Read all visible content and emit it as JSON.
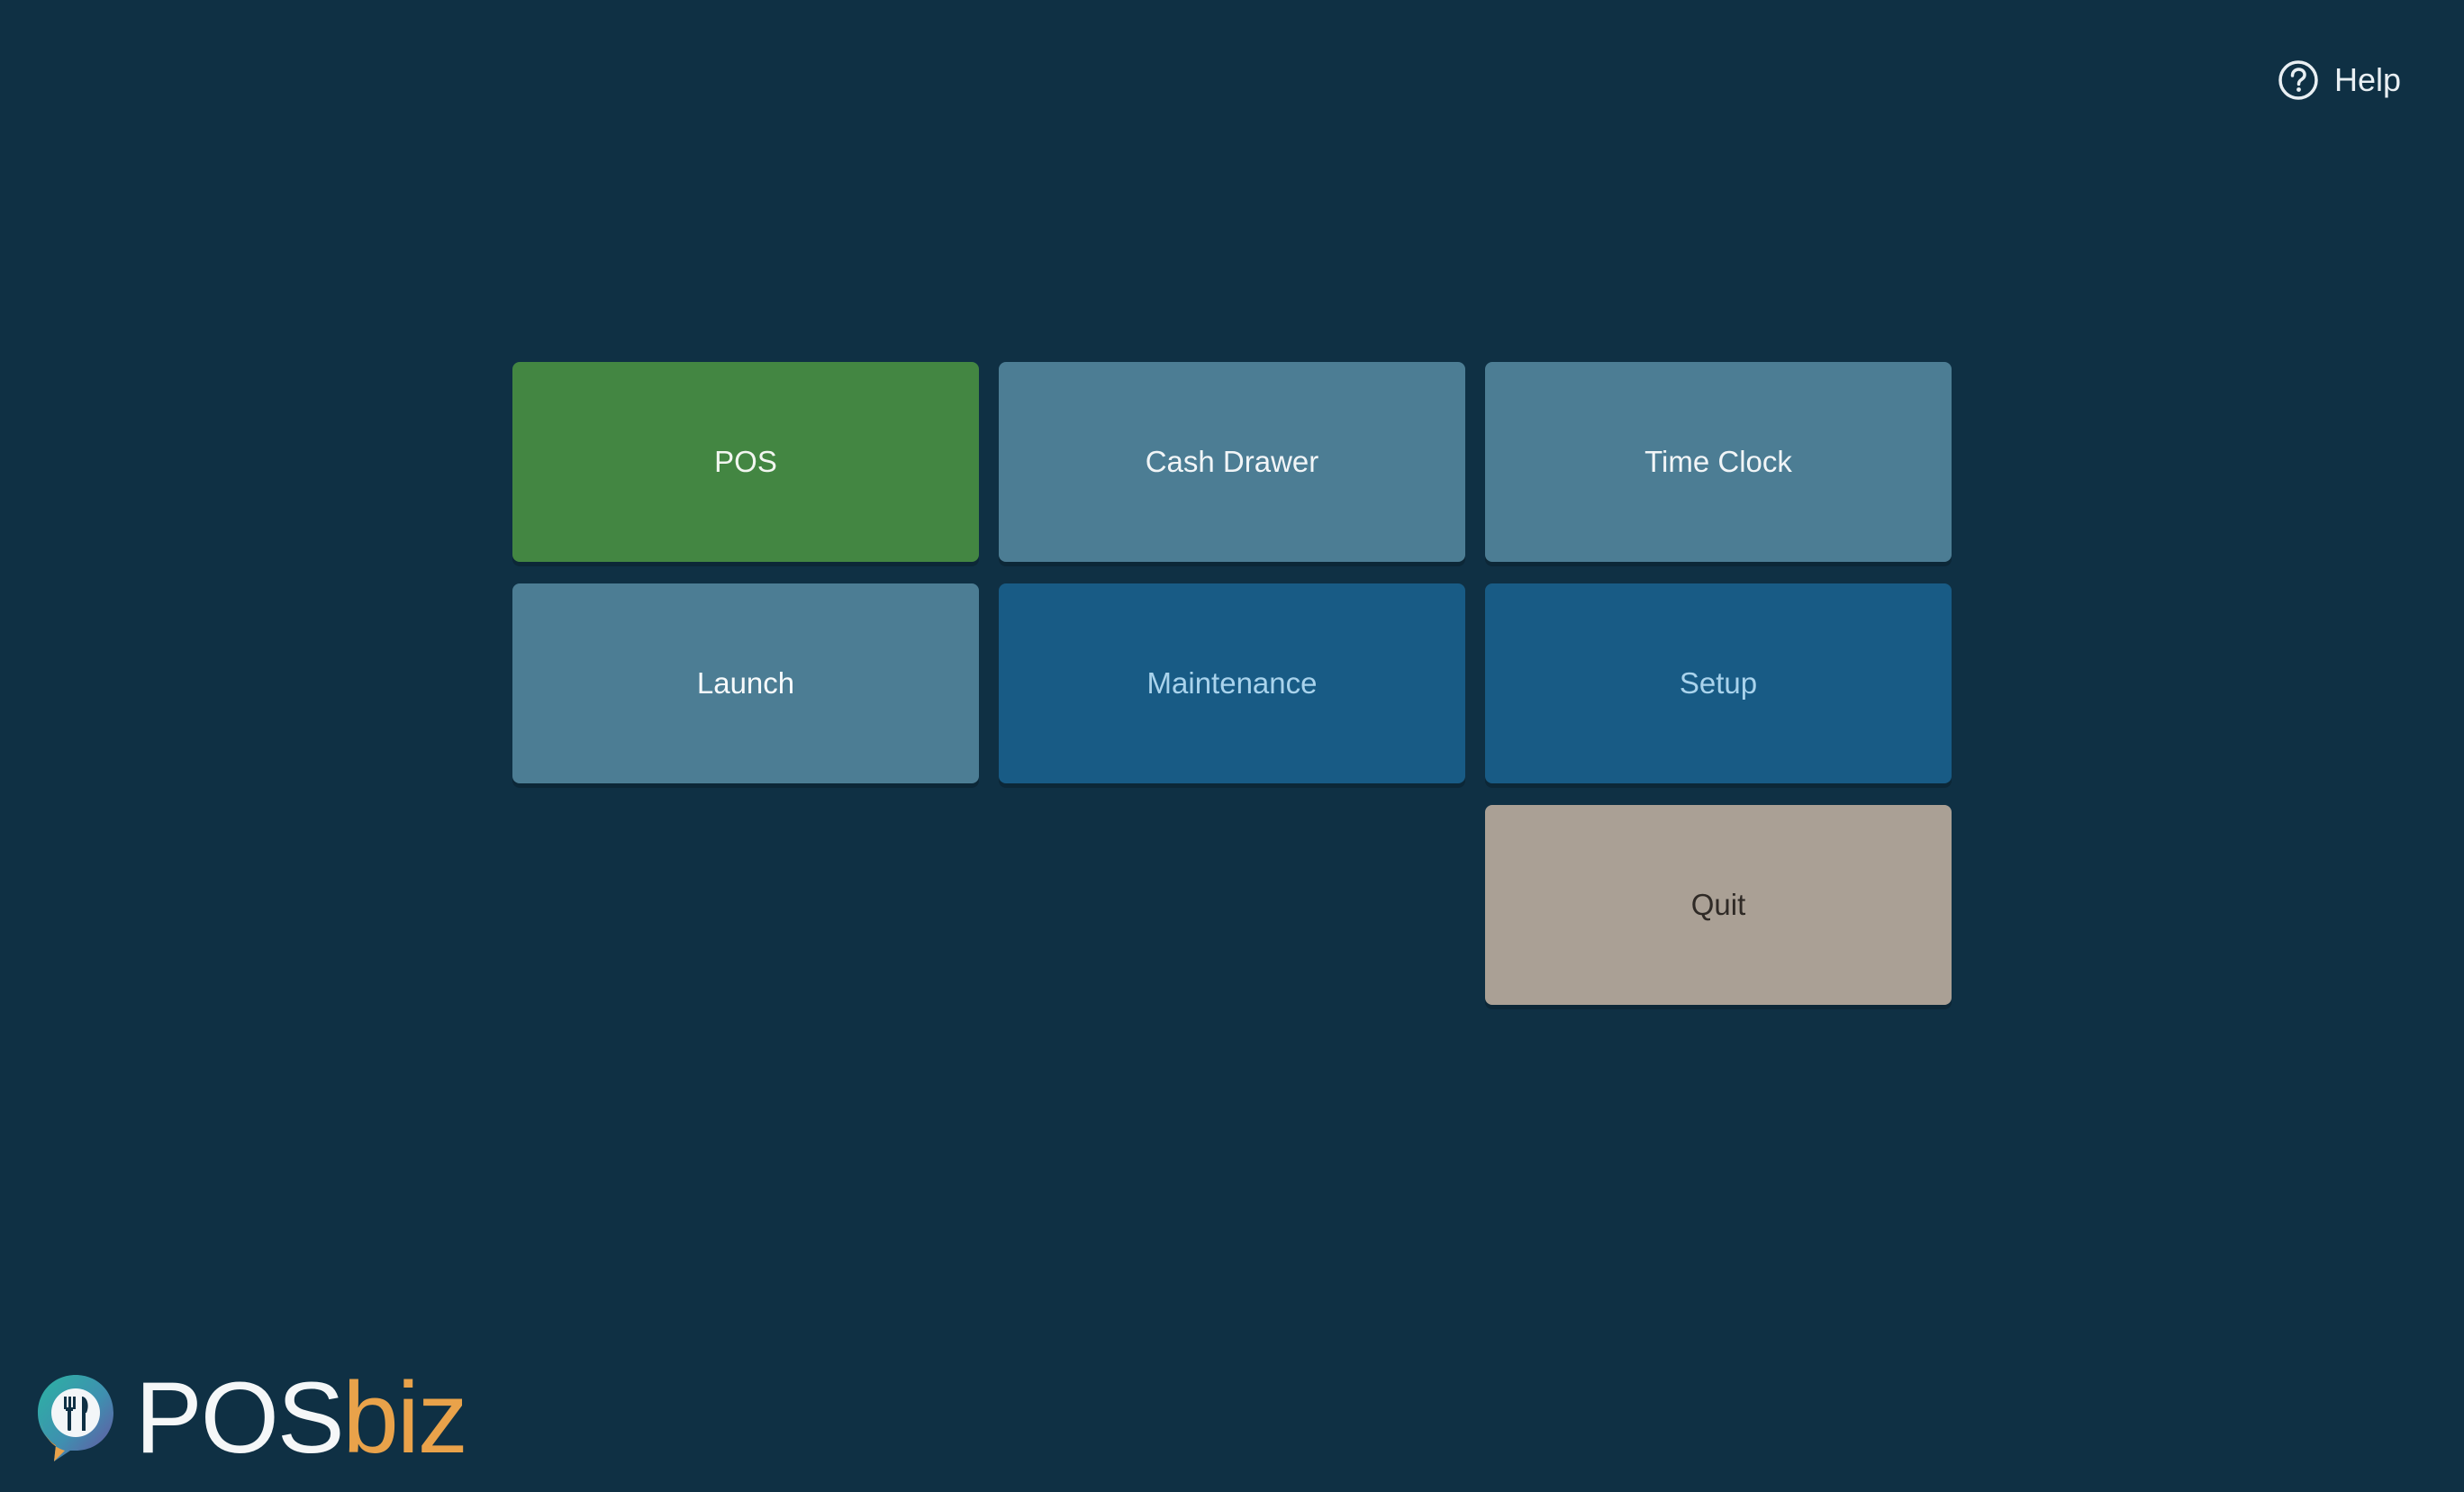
{
  "header": {
    "help_label": "Help",
    "help_icon": "question-circle-icon"
  },
  "tiles": [
    {
      "id": "pos",
      "label": "POS",
      "bg": "#438642",
      "fg": "#f2f6f0"
    },
    {
      "id": "cash",
      "label": "Cash Drawer",
      "bg": "#4c7d94",
      "fg": "#f1f5f7"
    },
    {
      "id": "clock",
      "label": "Time Clock",
      "bg": "#4c7d94",
      "fg": "#f1f5f7"
    },
    {
      "id": "launch",
      "label": "Launch",
      "bg": "#4c7d94",
      "fg": "#f7fafb"
    },
    {
      "id": "maint",
      "label": "Maintenance",
      "bg": "#185b85",
      "fg": "#a9d3ec"
    },
    {
      "id": "setup",
      "label": "Setup",
      "bg": "#185b85",
      "fg": "#a9d3ec"
    },
    {
      "id": "quit",
      "label": "Quit",
      "bg": "#aaa095",
      "fg": "#2f2a26"
    }
  ],
  "logo": {
    "word_pos": "POS",
    "word_biz": "biz",
    "icon": "fork-knife-chat-bubble-icon"
  },
  "colors": {
    "background": "#0f3044",
    "brand_orange": "#e9a24a"
  }
}
